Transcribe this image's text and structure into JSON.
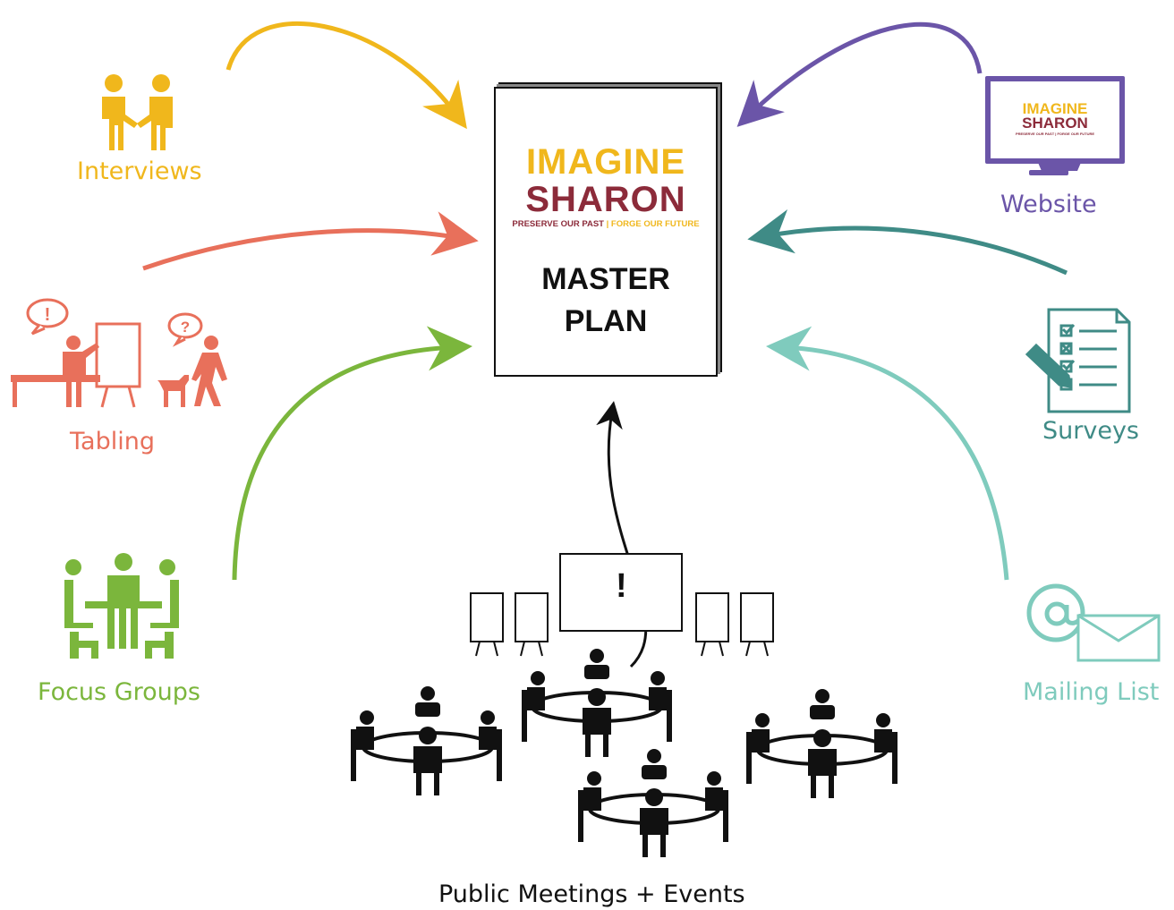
{
  "colors": {
    "interviews": "#f0b71c",
    "tabling": "#e8705b",
    "focus_groups": "#7bb63c",
    "website": "#6b55a8",
    "surveys": "#3f8b86",
    "mailing_list": "#7fcbbd",
    "public": "#111111",
    "logo_yellow": "#f0b71c",
    "logo_maroon": "#8c2b3a"
  },
  "center": {
    "logo_line1": "IMAGINE",
    "logo_line2": "SHARON",
    "tagline_left": "PRESERVE OUR PAST",
    "tagline_sep": " | ",
    "tagline_right": "FORGE OUR FUTURE",
    "title_line1": "MASTER",
    "title_line2": "PLAN"
  },
  "sources": {
    "interviews": "Interviews",
    "tabling": "Tabling",
    "focus_groups": "Focus Groups",
    "website": "Website",
    "surveys": "Surveys",
    "mailing_list": "Mailing List",
    "public_meetings": "Public Meetings + Events"
  },
  "website_screen": {
    "logo_line1": "IMAGINE",
    "logo_line2": "SHARON",
    "tagline": "PRESERVE OUR PAST | FORGE OUR FUTURE"
  },
  "icons": {
    "interviews": "two-people-shaking-hands-icon",
    "tabling": "person-at-table-with-easel-icon",
    "focus_groups": "people-around-table-icon",
    "website": "computer-monitor-icon",
    "surveys": "checklist-clipboard-icon",
    "mailing_list": "at-sign-envelope-icon",
    "public_meetings": "group-tables-presentation-icon"
  },
  "speech_bubbles": [
    "!",
    "?"
  ],
  "presentation_mark": "!"
}
